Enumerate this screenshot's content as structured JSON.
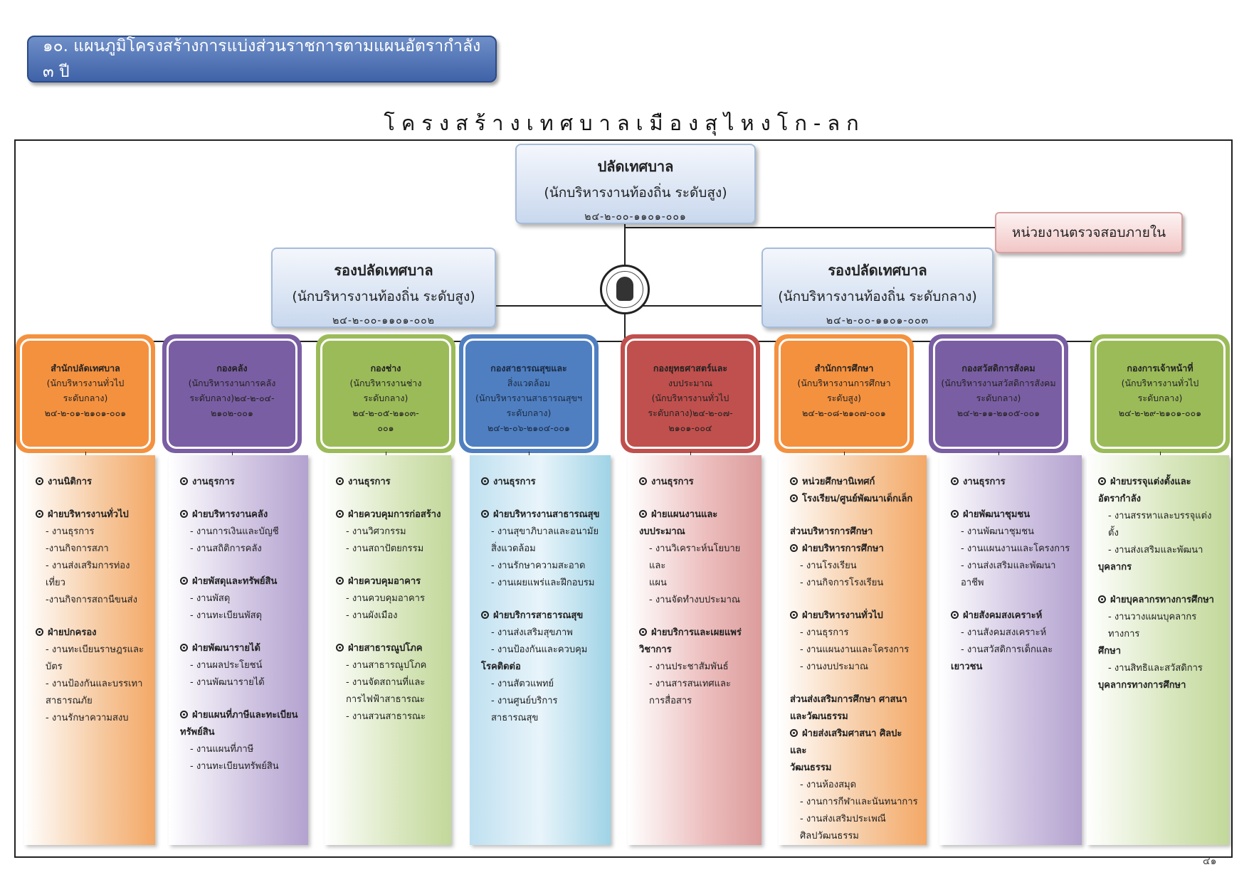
{
  "header_banner": "๑๐. แผนภูมิโครงสร้างการแบ่งส่วนราชการตามแผนอัตรากำลัง ๓ ปี",
  "main_title": "โครงสร้างเทศบาลเมืองสุไหงโก-ลก",
  "top": {
    "title": "ปลัดเทศบาล",
    "position": "(นักบริหารงานท้องถิ่น ระดับสูง)",
    "code": "๒๔-๒-๐๐-๑๑๐๑-๐๐๑"
  },
  "audit": "หน่วยงานตรวจสอบภายใน",
  "deputy_left": {
    "title": "รองปลัดเทศบาล",
    "position": "(นักบริหารงานท้องถิ่น ระดับสูง)",
    "code": "๒๔-๒-๐๐-๑๑๐๑-๐๐๒"
  },
  "deputy_right": {
    "title": "รองปลัดเทศบาล",
    "position": "(นักบริหารงานท้องถิ่น ระดับกลาง)",
    "code": "๒๔-๒-๐๐-๑๑๐๑-๐๐๓"
  },
  "colors": {
    "orange": "#f4913f",
    "purple": "#7a5ea3",
    "green": "#9bbb59",
    "blue": "#4f7fc0",
    "red": "#c0504d"
  },
  "departments": [
    {
      "name": "สำนักปลัดเทศบาล",
      "l1": "(นักบริหารงานทั่วไป",
      "l2": "ระดับกลาง)",
      "l3": "๒๔-๒-๐๑-๒๑๐๑-๐๐๑",
      "l4": ""
    },
    {
      "name": "กองคลัง",
      "l1": "(นักบริหารงานการคลัง",
      "l2": "ระดับกลาง)๒๔-๒-๐๔-",
      "l3": "๒๑๐๒-๐๐๑",
      "l4": ""
    },
    {
      "name": "กองช่าง",
      "l1": "(นักบริหารงานช่าง",
      "l2": "ระดับกลาง)",
      "l3": "๒๔-๒-๐๕-๒๑๐๓-",
      "l4": "๐๐๑"
    },
    {
      "name": "กองสาธารณสุขและ",
      "l1": "สิ่งแวดล้อม",
      "l2": "(นักบริหารงานสาธารณสุขฯ",
      "l3": "ระดับกลาง)",
      "l4": "๒๔-๒-๐๖-๒๑๐๔-๐๐๑"
    },
    {
      "name": "กองยุทธศาสตร์และ",
      "l1": "งบประมาณ",
      "l2": "(นักบริหารงานทั่วไป",
      "l3": "ระดับกลาง)๒๔-๒-๐๗-",
      "l4": "๒๑๐๑-๐๐๔"
    },
    {
      "name": "สำนักการศึกษา",
      "l1": "(นักบริหารงานการศึกษา",
      "l2": "ระดับสูง)",
      "l3": "๒๔-๒-๐๘-๒๑๐๗-๐๐๑",
      "l4": ""
    },
    {
      "name": "กองสวัสดิการสังคม",
      "l1": "(นักบริหารงานสวัสดิการสังคม",
      "l2": "ระดับกลาง)",
      "l3": "๒๔-๒-๑๑-๒๑๐๕-๐๐๑",
      "l4": ""
    },
    {
      "name": "กองการเจ้าหน้าที่",
      "l1": "(นักบริหารงานทั่วไป",
      "l2": "ระดับกลาง)",
      "l3": "๒๔-๒-๒๙-๒๑๐๑-๐๐๑",
      "l4": ""
    }
  ],
  "columns": [
    [
      {
        "t": "h",
        "s": "งานนิติการ"
      },
      {
        "t": "g"
      },
      {
        "t": "h",
        "s": "ฝ่ายบริหารงานทั่วไป"
      },
      {
        "t": "s",
        "s": "- งานธุรการ"
      },
      {
        "t": "s",
        "s": "-งานกิจการสภา"
      },
      {
        "t": "s",
        "s": "- งานส่งเสริมการท่องเที่ยว"
      },
      {
        "t": "s",
        "s": "-งานกิจการสถานีขนส่ง"
      },
      {
        "t": "g"
      },
      {
        "t": "h",
        "s": "ฝ่ายปกครอง"
      },
      {
        "t": "s",
        "s": "- งานทะเบียนราษฎรและ"
      },
      {
        "t": "s",
        "s": "บัตร"
      },
      {
        "t": "s",
        "s": "- งานป้องกันและบรรเทา"
      },
      {
        "t": "s",
        "s": "สาธารณภัย"
      },
      {
        "t": "s",
        "s": "- งานรักษาความสงบ"
      }
    ],
    [
      {
        "t": "h",
        "s": "งานธุรการ"
      },
      {
        "t": "g"
      },
      {
        "t": "h",
        "s": "ฝ่ายบริหารงานคลัง"
      },
      {
        "t": "s",
        "s": "- งานการเงินและบัญชี"
      },
      {
        "t": "s",
        "s": "- งานสถิติการคลัง"
      },
      {
        "t": "g"
      },
      {
        "t": "h",
        "s": "ฝ่ายพัสดุและทรัพย์สิน"
      },
      {
        "t": "s",
        "s": "- งานพัสดุ"
      },
      {
        "t": "s",
        "s": "- งานทะเบียนพัสดุ"
      },
      {
        "t": "g"
      },
      {
        "t": "h",
        "s": "ฝ่ายพัฒนารายได้"
      },
      {
        "t": "s",
        "s": "- งานผลประโยชน์"
      },
      {
        "t": "s",
        "s": "- งานพัฒนารายได้"
      },
      {
        "t": "g"
      },
      {
        "t": "h",
        "s": "ฝ่ายแผนที่ภาษีและทะเบียน"
      },
      {
        "t": "p",
        "s": "ทรัพย์สิน"
      },
      {
        "t": "s",
        "s": "- งานแผนที่ภาษี"
      },
      {
        "t": "s",
        "s": "- งานทะเบียนทรัพย์สิน"
      }
    ],
    [
      {
        "t": "h",
        "s": "งานธุรการ"
      },
      {
        "t": "g"
      },
      {
        "t": "h",
        "s": "ฝ่ายควบคุมการก่อสร้าง"
      },
      {
        "t": "s",
        "s": "- งานวิศวกรรม"
      },
      {
        "t": "s",
        "s": "- งานสถาปัตยกรรม"
      },
      {
        "t": "g"
      },
      {
        "t": "h",
        "s": "ฝ่ายควบคุมอาคาร"
      },
      {
        "t": "s",
        "s": "- งานควบคุมอาคาร"
      },
      {
        "t": "s",
        "s": "- งานผังเมือง"
      },
      {
        "t": "g"
      },
      {
        "t": "h",
        "s": "ฝ่ายสาธารณูปโภค"
      },
      {
        "t": "s",
        "s": "- งานสาธารณูปโภค"
      },
      {
        "t": "s",
        "s": "- งานจัดสถานที่และ"
      },
      {
        "t": "s",
        "s": "การไฟฟ้าสาธารณะ"
      },
      {
        "t": "s",
        "s": "-  งานสวนสาธารณะ"
      }
    ],
    [
      {
        "t": "h",
        "s": "งานธุรการ"
      },
      {
        "t": "g"
      },
      {
        "t": "h",
        "s": "ฝ่ายบริหารงานสาธารณสุข"
      },
      {
        "t": "s",
        "s": "- งานสุขาภิบาลและอนามัย"
      },
      {
        "t": "s",
        "s": "สิ่งแวดล้อม"
      },
      {
        "t": "s",
        "s": "- งานรักษาความสะอาด"
      },
      {
        "t": "s",
        "s": "- งานเผยแพร่และฝึกอบรม"
      },
      {
        "t": "g"
      },
      {
        "t": "h",
        "s": "ฝ่ายบริการสาธารณสุข"
      },
      {
        "t": "s",
        "s": "- งานส่งเสริมสุขภาพ"
      },
      {
        "t": "s",
        "s": "- งานป้องกันและควบคุม"
      },
      {
        "t": "p",
        "s": "โรคติดต่อ"
      },
      {
        "t": "s",
        "s": "- งานสัตวแพทย์"
      },
      {
        "t": "s",
        "s": "- งานศูนย์บริการสาธารณสุข"
      }
    ],
    [
      {
        "t": "h",
        "s": "งานธุรการ"
      },
      {
        "t": "g"
      },
      {
        "t": "h",
        "s": "ฝ่ายแผนงานและ"
      },
      {
        "t": "p",
        "s": "งบประมาณ"
      },
      {
        "t": "s",
        "s": "- งานวิเคราะห์นโยบายและ"
      },
      {
        "t": "s",
        "s": "แผน"
      },
      {
        "t": "s",
        "s": "- งานจัดทำงบประมาณ"
      },
      {
        "t": "g"
      },
      {
        "t": "h",
        "s": "ฝ่ายบริการและเผยแพร่"
      },
      {
        "t": "p",
        "s": "วิชาการ"
      },
      {
        "t": "s",
        "s": "- งานประชาสัมพันธ์"
      },
      {
        "t": "s",
        "s": "- งานสารสนเทศและ"
      },
      {
        "t": "s",
        "s": "การสื่อสาร"
      }
    ],
    [
      {
        "t": "h",
        "s": "หน่วยศึกษานิเทศก์"
      },
      {
        "t": "h",
        "s": "โรงเรียน/ศูนย์พัฒนาเด็กเล็ก"
      },
      {
        "t": "g"
      },
      {
        "t": "p",
        "s": "ส่วนบริหารการศึกษา"
      },
      {
        "t": "h",
        "s": "ฝ่ายบริหารการศึกษา"
      },
      {
        "t": "s",
        "s": "- งานโรงเรียน"
      },
      {
        "t": "s",
        "s": "- งานกิจการโรงเรียน"
      },
      {
        "t": "g"
      },
      {
        "t": "h",
        "s": "ฝ่ายบริหารงานทั่วไป"
      },
      {
        "t": "s",
        "s": "- งานธุรการ"
      },
      {
        "t": "s",
        "s": "- งานแผนงานและโครงการ"
      },
      {
        "t": "s",
        "s": "- งานงบประมาณ"
      },
      {
        "t": "g"
      },
      {
        "t": "p",
        "s": "ส่วนส่งเสริมการศึกษา ศาสนา"
      },
      {
        "t": "p",
        "s": "และวัฒนธรรม"
      },
      {
        "t": "h",
        "s": "ฝ่ายส่งเสริมศาสนา ศิลปะและ"
      },
      {
        "t": "p",
        "s": "วัฒนธรรม"
      },
      {
        "t": "s",
        "s": "- งานห้องสมุด"
      },
      {
        "t": "s",
        "s": "- งานการกีฬาและนันทนาการ"
      },
      {
        "t": "s",
        "s": "-  งานส่งเสริมประเพณี"
      },
      {
        "t": "s",
        "s": "ศิลปวัฒนธรรม"
      }
    ],
    [
      {
        "t": "h",
        "s": "งานธุรการ"
      },
      {
        "t": "g"
      },
      {
        "t": "h",
        "s": "ฝ่ายพัฒนาชุมชน"
      },
      {
        "t": "s",
        "s": "- งานพัฒนาชุมชน"
      },
      {
        "t": "s",
        "s": "- งานแผนงานและโครงการ"
      },
      {
        "t": "s",
        "s": "- งานส่งเสริมและพัฒนาอาชีพ"
      },
      {
        "t": "g"
      },
      {
        "t": "h",
        "s": "ฝ่ายสังคมสงเคราะห์"
      },
      {
        "t": "s",
        "s": "- งานสังคมสงเคราะห์"
      },
      {
        "t": "s",
        "s": "- งานสวัสดิการเด็กและ"
      },
      {
        "t": "p",
        "s": "เยาวชน"
      }
    ],
    [
      {
        "t": "h",
        "s": "ฝ่ายบรรจุแต่งตั้งและ"
      },
      {
        "t": "p",
        "s": "อัตรากำลัง"
      },
      {
        "t": "s",
        "s": "- งานสรรหาและบรรจุแต่งตั้ง"
      },
      {
        "t": "s",
        "s": "- งานส่งเสริมและพัฒนา"
      },
      {
        "t": "p",
        "s": "บุคลากร"
      },
      {
        "t": "g"
      },
      {
        "t": "h",
        "s": "ฝ่ายบุคลากรทางการศึกษา"
      },
      {
        "t": "s",
        "s": "- งานวางแผนบุคลากรทางการ"
      },
      {
        "t": "p",
        "s": "ศึกษา"
      },
      {
        "t": "s",
        "s": "- งานสิทธิและสวัสดิการ"
      },
      {
        "t": "p",
        "s": "บุคลากรทางการศึกษา"
      }
    ]
  ],
  "page_number": "๔๑"
}
